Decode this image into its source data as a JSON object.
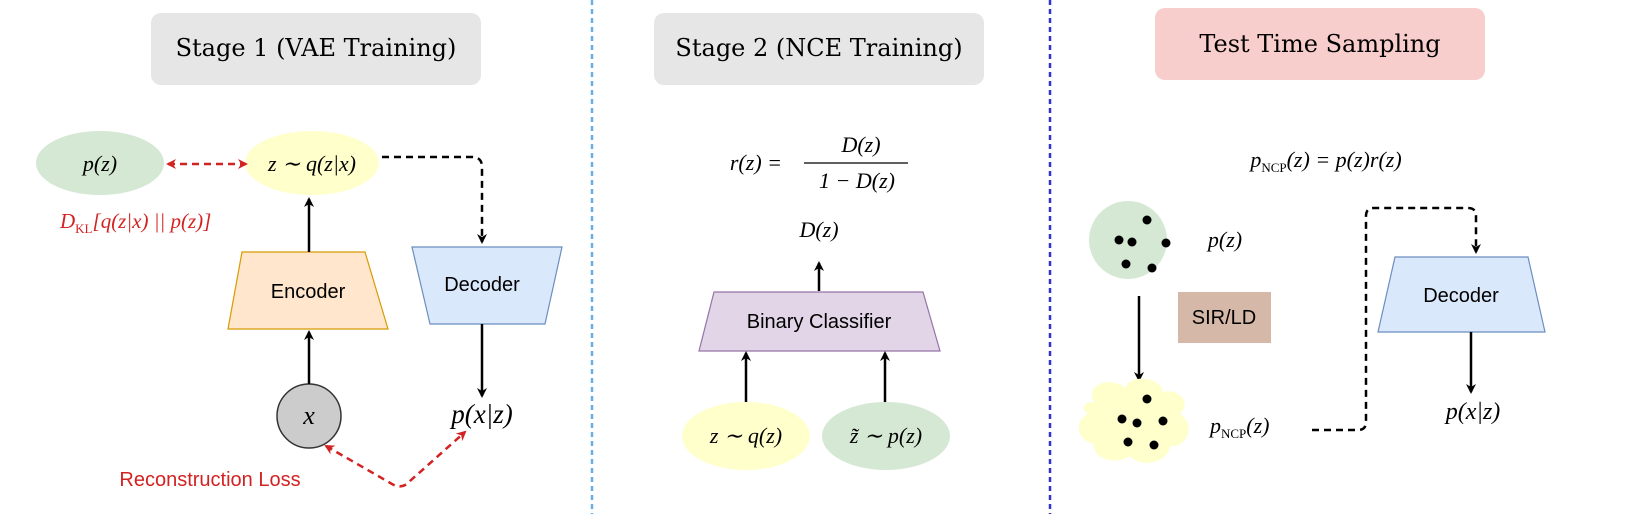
{
  "stage1": {
    "title": "Stage 1 (VAE Training)",
    "prior": "p(z)",
    "posterior": "z ∼ q(z|x)",
    "kl_label": "D",
    "kl_sub": "KL",
    "kl_rest": "[q(z|x) || p(z)]",
    "encoder": "Encoder",
    "decoder": "Decoder",
    "input": "x",
    "likelihood": "p(x|z)",
    "recon_loss": "Reconstruction Loss"
  },
  "stage2": {
    "title": "Stage 2 (NCE Training)",
    "ratio_lhs": "r(z) =",
    "ratio_num": "D(z)",
    "ratio_den": "1 − D(z)",
    "disc": "D(z)",
    "classifier": "Binary Classifier",
    "sample_q": "z ∼ q(z)",
    "sample_p": "z̃ ∼ p(z)"
  },
  "stage3": {
    "title": "Test Time Sampling",
    "eq_p": "p",
    "eq_sub": "NCP",
    "eq_rest": "(z) = p(z)r(z)",
    "prior": "p(z)",
    "method": "SIR/LD",
    "ncp_p": "p",
    "ncp_sub": "NCP",
    "ncp_rest": "(z)",
    "decoder": "Decoder",
    "likelihood": "p(x|z)"
  },
  "colors": {
    "title_gray": "#e6e6e6",
    "title_pink": "#f8cecc",
    "green": "#d5e8d4",
    "yellow": "#ffffcc",
    "orange": "#ffe6cc",
    "blue": "#dae8fc",
    "purple": "#e1d5e7",
    "brown": "#d5b8a8",
    "red": "#d32222",
    "divider_light": "#6aaee8",
    "divider_dark": "#3333cc"
  }
}
